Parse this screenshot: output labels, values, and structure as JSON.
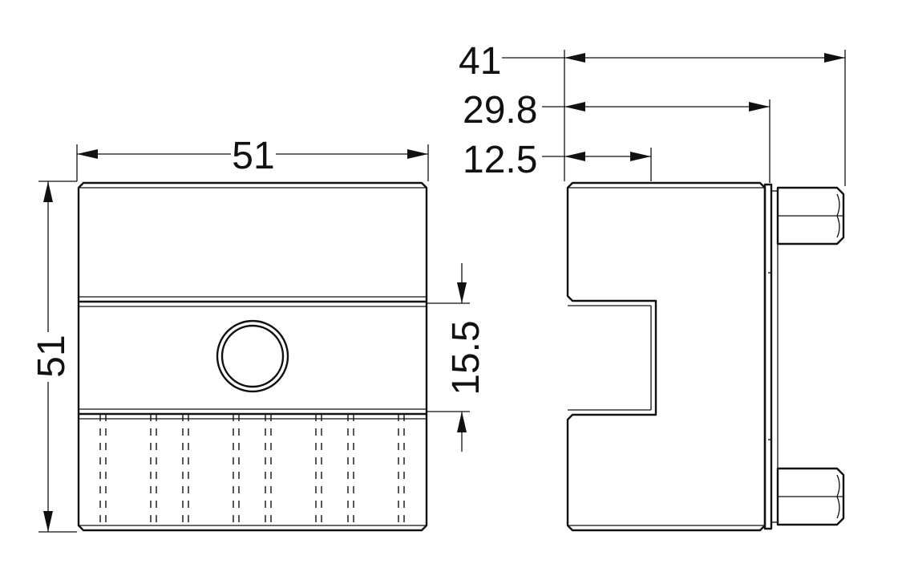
{
  "dimensions": {
    "front_width": "51",
    "front_height": "51",
    "band_height": "15.5",
    "side_overall": "41",
    "side_mid": "29.8",
    "side_slot": "12.5"
  }
}
